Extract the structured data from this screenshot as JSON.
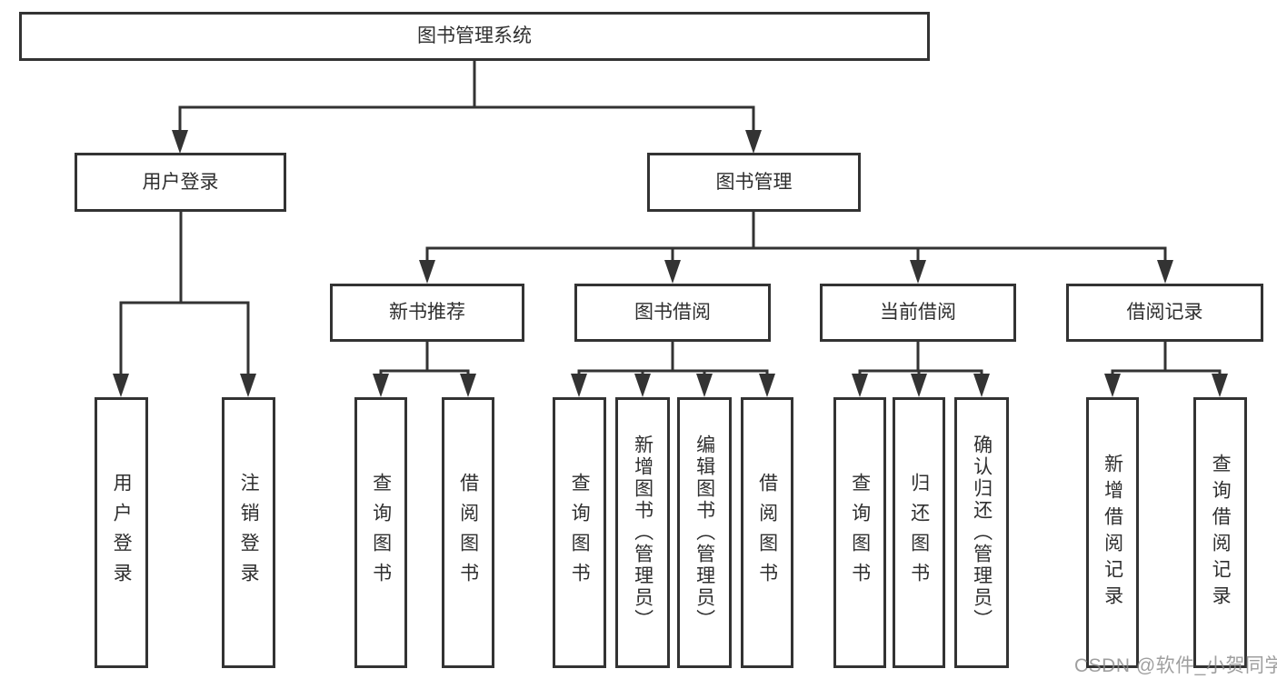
{
  "colors": {
    "line": "#333333",
    "arrow": "#333333",
    "box_border": "#333333",
    "text": "#2f2f2f",
    "background": "#ffffff",
    "watermark": "#8a8a8a"
  },
  "root": {
    "label": "图书管理系统",
    "children": [
      {
        "label": "用户登录",
        "children": [
          {
            "label": "用户登录"
          },
          {
            "label": "注销登录"
          }
        ]
      },
      {
        "label": "图书管理",
        "children": [
          {
            "label": "新书推荐",
            "children": [
              {
                "label": "查询图书"
              },
              {
                "label": "借阅图书"
              }
            ]
          },
          {
            "label": "图书借阅",
            "children": [
              {
                "label": "查询图书"
              },
              {
                "label": "新增图书（管理员）"
              },
              {
                "label": "编辑图书（管理员）"
              },
              {
                "label": "借阅图书"
              }
            ]
          },
          {
            "label": "当前借阅",
            "children": [
              {
                "label": "查询图书"
              },
              {
                "label": "归还图书"
              },
              {
                "label": "确认归还（管理员）"
              }
            ]
          },
          {
            "label": "借阅记录",
            "children": [
              {
                "label": "新增借阅记录"
              },
              {
                "label": "查询借阅记录"
              }
            ]
          }
        ]
      }
    ]
  },
  "watermark": {
    "text": "CSDN @软件_小贺同学"
  }
}
